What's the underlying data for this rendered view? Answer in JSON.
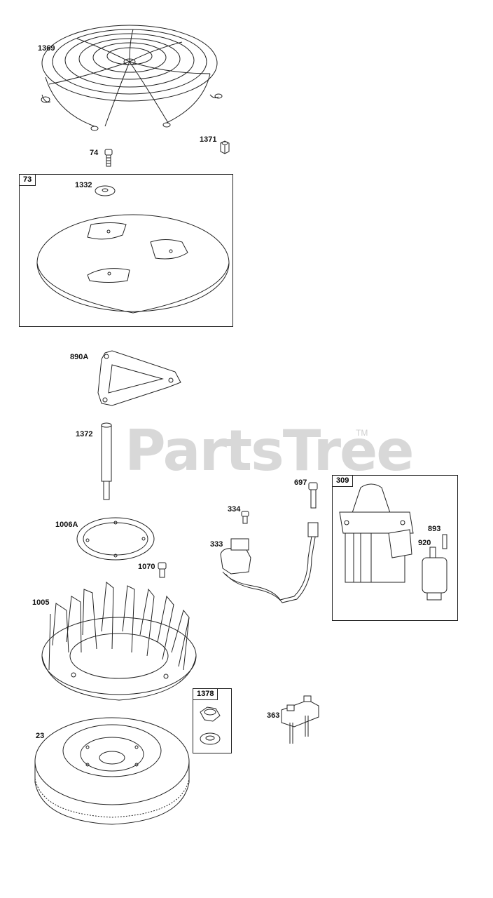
{
  "watermark": {
    "text": "PartsTree",
    "trademark": "TM"
  },
  "parts": {
    "p1369": "1369",
    "p1371": "1371",
    "p74": "74",
    "p73": "73",
    "p1332": "1332",
    "p890a": "890A",
    "p1372": "1372",
    "p697": "697",
    "p309": "309",
    "p334": "334",
    "p333": "333",
    "p893": "893",
    "p920": "920",
    "p1006a": "1006A",
    "p1070": "1070",
    "p1005": "1005",
    "p1378": "1378",
    "p363": "363",
    "p23": "23"
  }
}
